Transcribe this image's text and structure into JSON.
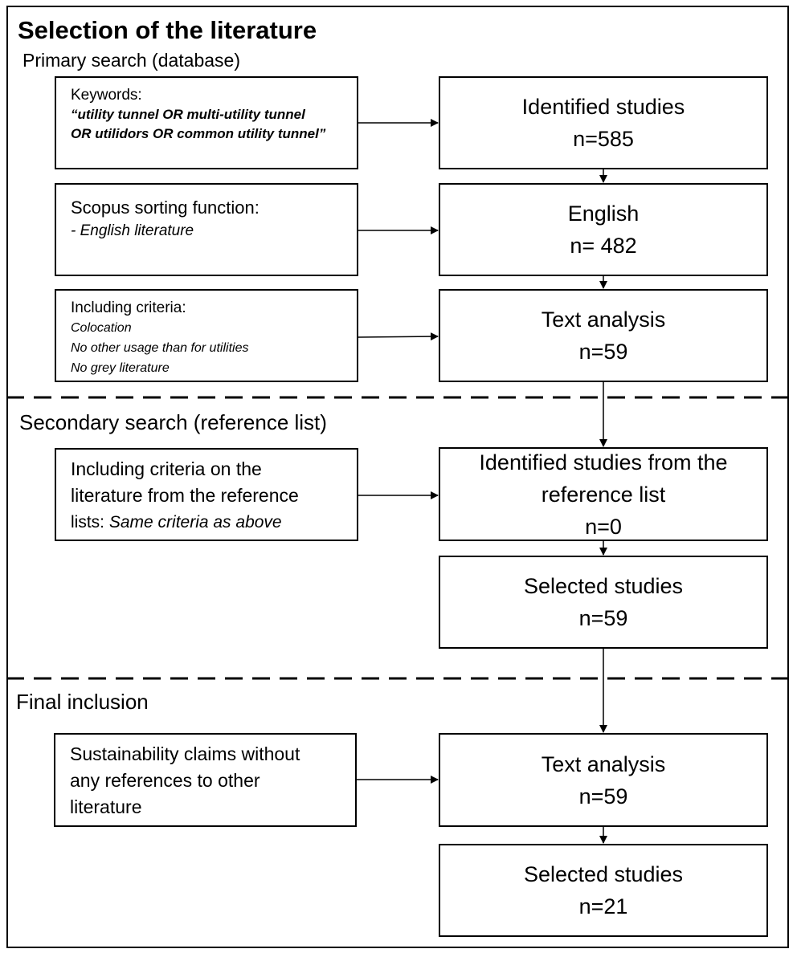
{
  "title": "Selection of the literature",
  "sections": {
    "primary": "Primary search (database)",
    "secondary": "Secondary search (reference list)",
    "final": "Final inclusion"
  },
  "left_boxes": {
    "keywords": {
      "heading": "Keywords:",
      "line1": "“utility tunnel OR multi-utility tunnel",
      "line2": "OR utilidors OR common utility tunnel”"
    },
    "scopus": {
      "heading": "Scopus sorting function:",
      "line1": "- English literature"
    },
    "criteria": {
      "heading": "Including criteria:",
      "line1": "Colocation",
      "line2": "No other usage than for utilities",
      "line3": "No grey literature"
    },
    "reference_criteria": {
      "line1": "Including criteria on the",
      "line2": "literature from the reference",
      "line3_plain": "lists: ",
      "line3_italic": "Same criteria as above"
    },
    "sustainability": {
      "line1": "Sustainability claims without",
      "line2": "any references to other",
      "line3": "literature"
    }
  },
  "right_boxes": {
    "identified": {
      "label": "Identified studies",
      "count": "n=585"
    },
    "english": {
      "label": "English",
      "count": "n= 482"
    },
    "text_analysis_1": {
      "label": "Text analysis",
      "count": "n=59"
    },
    "identified_ref": {
      "label1": "Identified studies from the",
      "label2": "reference list",
      "count": "n=0"
    },
    "selected_1": {
      "label": "Selected studies",
      "count": "n=59"
    },
    "text_analysis_2": {
      "label": "Text analysis",
      "count": "n=59"
    },
    "selected_2": {
      "label": "Selected studies",
      "count": "n=21"
    }
  }
}
